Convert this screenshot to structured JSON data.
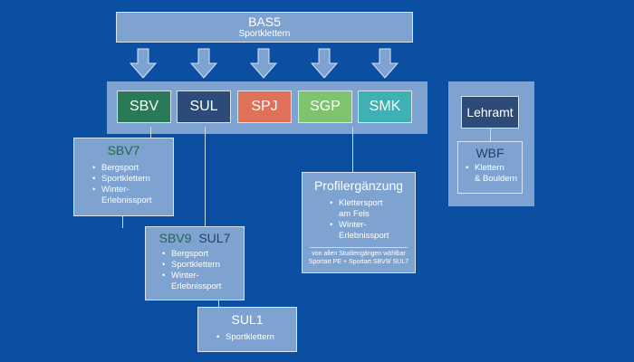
{
  "bas5": {
    "code": "BAS5",
    "subtitle": "Sportklettern"
  },
  "modules": [
    {
      "code": "SBV",
      "color": "#2b7a57"
    },
    {
      "code": "SUL",
      "color": "#2d4b78"
    },
    {
      "code": "SPJ",
      "color": "#e07159"
    },
    {
      "code": "SGP",
      "color": "#7fc36e"
    },
    {
      "code": "SMK",
      "color": "#3fb0b3"
    }
  ],
  "lehramt": {
    "title": "Lehramt",
    "wbf": {
      "title": "WBF",
      "items": [
        "Klettern",
        "& Bouldern"
      ]
    }
  },
  "sbv7": {
    "title": "SBV7",
    "title_color": "#1f6b48",
    "items": [
      "Bergsport",
      "Sportklettern",
      "Winter-",
      "Erlebnissport"
    ]
  },
  "sbv9_sul7": {
    "title_a": "SBV9",
    "title_b": "SUL7",
    "title_a_color": "#1f6b48",
    "title_b_color": "#23406b",
    "items": [
      "Bergsport",
      "Sportklettern",
      "Winter-",
      "Erlebnissport"
    ]
  },
  "sul1": {
    "title": "SUL1",
    "items": [
      "Sportklettern"
    ]
  },
  "profil": {
    "title": "Profilergänzung",
    "items": [
      "Klettersport",
      "am Fels",
      "Winter-",
      "Erlebnissport"
    ],
    "note_line1": "von allen Studiengängen wählbar",
    "note_line2": "Sportart PE + Sportart SBV9/ SUL7"
  }
}
